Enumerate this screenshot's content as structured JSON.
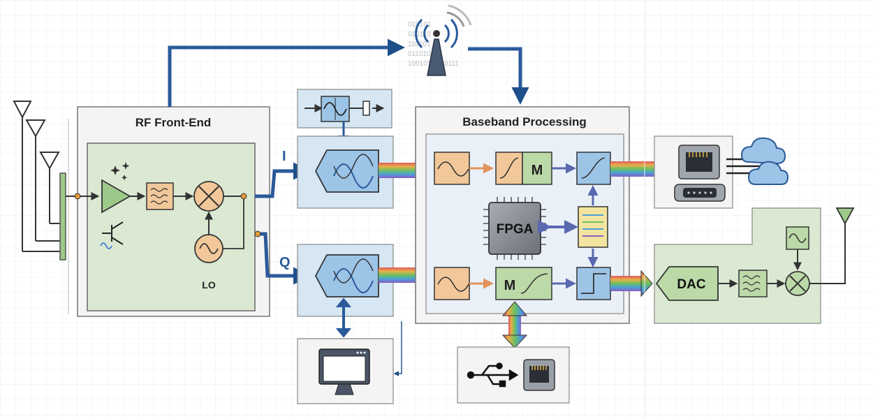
{
  "rf_front_end": {
    "title": "RF Front-End",
    "lo_label": "LO"
  },
  "baseband": {
    "title": "Baseband Processing",
    "fpga_label": "FPGA",
    "mixer_label": "M"
  },
  "iq": {
    "i_label": "I",
    "q_label": "Q"
  },
  "transmit": {
    "dac_label": "DAC"
  },
  "tower_bits": [
    "010101",
    "010110",
    "110101",
    "011010",
    "100101",
    "0111"
  ],
  "colors": {
    "bus": "#2a5a9a",
    "rf_panel": "#dbe9d3",
    "filter_panel": "#d6e6f3",
    "baseband_panel": "#e9f0f7",
    "orange_block": "#f2c89a",
    "green_block": "#bcd9a8",
    "blue_block": "#9cc4e6",
    "fpga": "#8a8f96"
  }
}
